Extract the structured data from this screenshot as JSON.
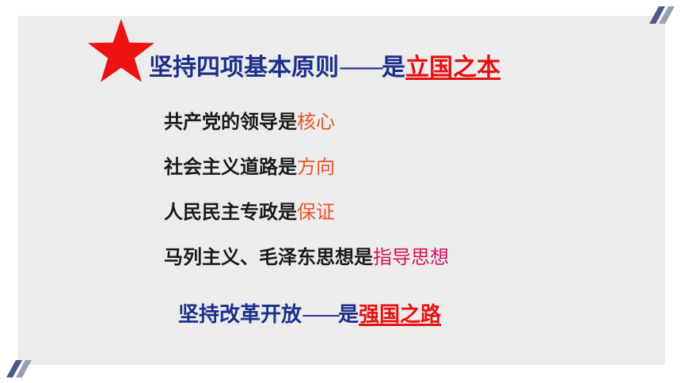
{
  "slide": {
    "heading1": {
      "main": "坚持四项基本原则",
      "dash": "——",
      "prefix": "是",
      "highlight": "立国之本"
    },
    "items": [
      {
        "label": "共产党的领导是",
        "value": "核心"
      },
      {
        "label": "社会主义道路是",
        "value": "方向"
      },
      {
        "label": "人民民主专政是",
        "value": "保证"
      },
      {
        "label": "马列主义、毛泽东思想是",
        "value": "指导思想"
      }
    ],
    "heading2": {
      "main": "坚持改革开放",
      "dash": "——",
      "prefix": "是",
      "highlight": "强国之路"
    }
  },
  "colors": {
    "heading": "#1d2f8a",
    "highlight_red": "#e81010",
    "value_orange": "#e8552a",
    "value_pink": "#d4145a",
    "star": "#ee1111",
    "panel": "#ececed",
    "deco": "#4a5a8c"
  },
  "icons": [
    "star-icon",
    "corner-stripes-icon"
  ]
}
